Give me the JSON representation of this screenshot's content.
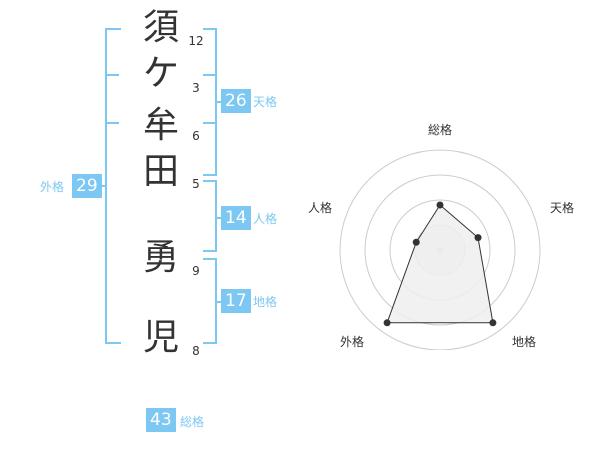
{
  "name": {
    "surname": [
      "須",
      "ケ",
      "牟",
      "田"
    ],
    "given": [
      "勇",
      "児"
    ]
  },
  "strokes": [
    "12",
    "3",
    "6",
    "5",
    "9",
    "8"
  ],
  "fortunes": {
    "tenkaku": {
      "label": "天格",
      "value": "26"
    },
    "jinkaku": {
      "label": "人格",
      "value": "14"
    },
    "chikaku": {
      "label": "地格",
      "value": "17"
    },
    "gaikaku": {
      "label": "外格",
      "value": "29"
    },
    "soukaku": {
      "label": "総格",
      "value": "43"
    }
  },
  "chart_data": {
    "type": "radar",
    "axes": [
      "総格",
      "天格",
      "地格",
      "外格",
      "人格"
    ],
    "values": [
      0.45,
      0.4,
      0.9,
      0.9,
      0.25
    ],
    "range": [
      0,
      1
    ],
    "rings": 4,
    "colors": {
      "fill": "#eeeeee",
      "line": "#333333",
      "grid": "#cccccc"
    }
  },
  "colors": {
    "accent": "#7cc8f2",
    "text": "#333333"
  }
}
